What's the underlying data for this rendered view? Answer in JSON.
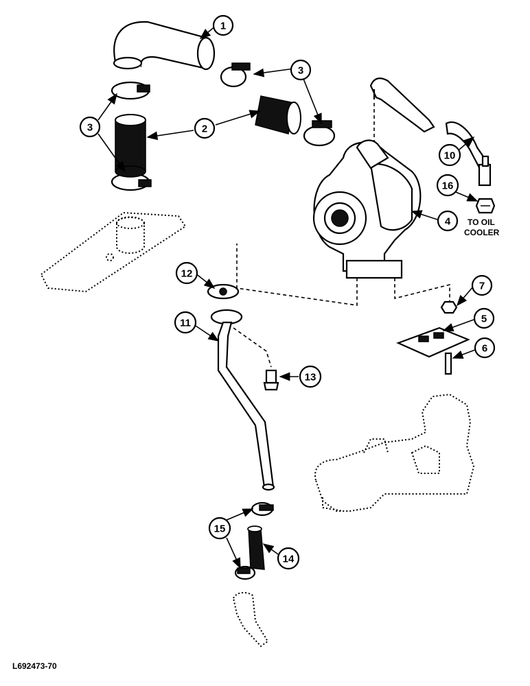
{
  "callouts": {
    "c1": "1",
    "c2": "2",
    "c3a": "3",
    "c3b": "3",
    "c4": "4",
    "c5": "5",
    "c6": "6",
    "c7": "7",
    "c10": "10",
    "c11": "11",
    "c12": "12",
    "c13": "13",
    "c14": "14",
    "c15": "15",
    "c16": "16"
  },
  "notes": {
    "oil_line1": "TO OIL",
    "oil_line2": "COOLER"
  },
  "figure_id": "L692473-70",
  "arrow_head_shape": "arrowhead"
}
